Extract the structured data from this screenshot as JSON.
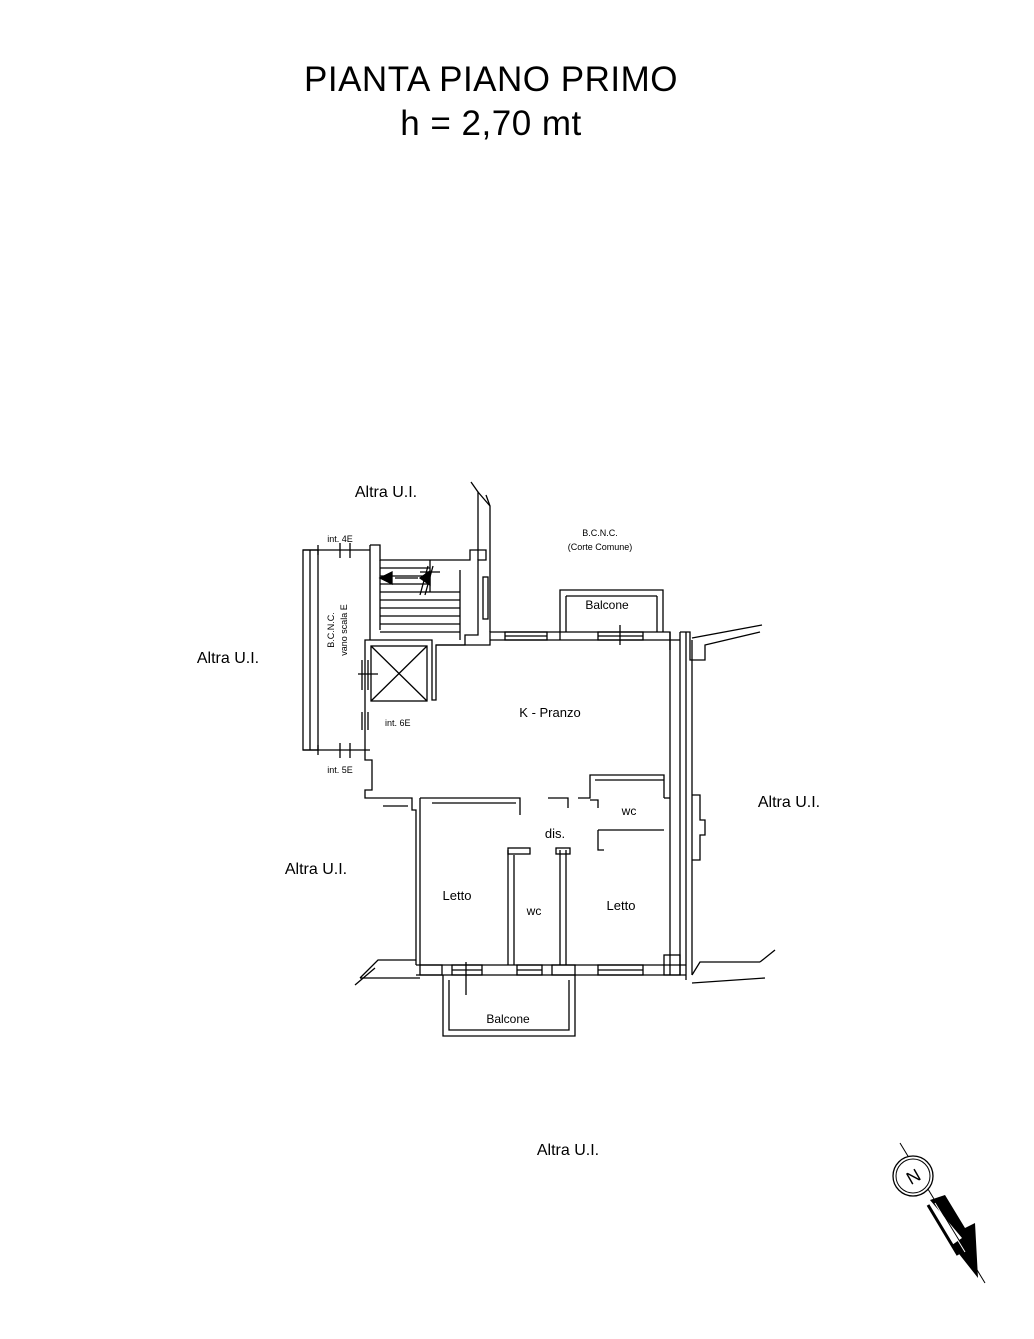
{
  "title": {
    "line1": "PIANTA PIANO PRIMO",
    "line2": "h = 2,70 mt"
  },
  "labels": {
    "altra_top": "Altra U.I.",
    "altra_left": "Altra U.I.",
    "altra_right": "Altra U.I.",
    "altra_left_lower": "Altra U.I.",
    "altra_bottom": "Altra U.I.",
    "bcnc": "B.C.N.C.",
    "corte_comune": "(Corte Comune)",
    "balcone_top": "Balcone",
    "balcone_bottom": "Balcone",
    "stair_line1": "B.C.N.C.",
    "stair_line2": "vano scala E",
    "int_4e": "int. 4E",
    "int_6e": "int. 6E",
    "int_5e": "int. 5E",
    "k_pranzo": "K - Pranzo",
    "wc_upper": "wc",
    "dis": "dis.",
    "letto_left": "Letto",
    "wc_lower": "wc",
    "letto_right": "Letto",
    "north": "N"
  }
}
